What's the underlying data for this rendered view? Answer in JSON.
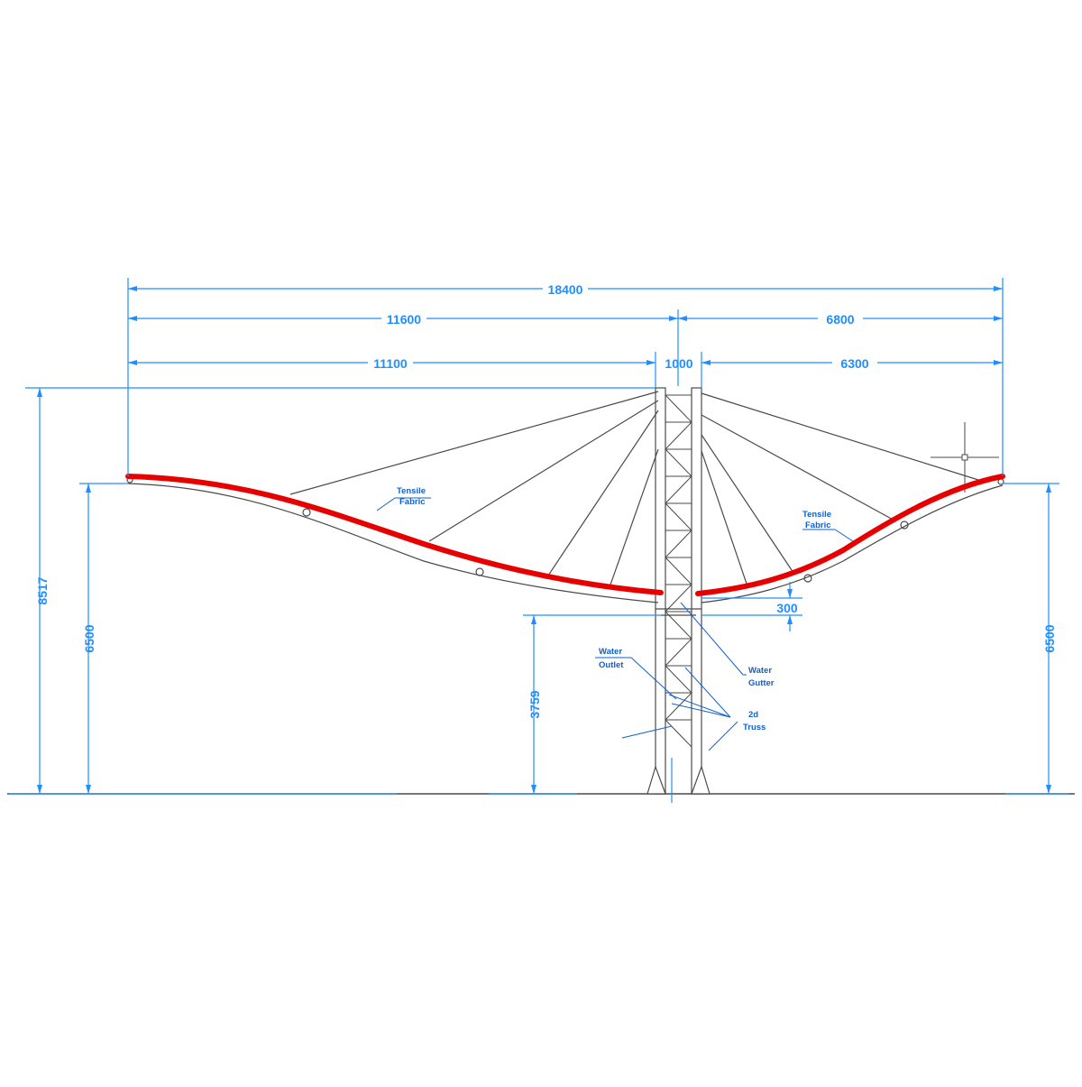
{
  "colors": {
    "dimension": "#1f8fff",
    "structure": "#4a4a4a",
    "fabric": "#e60000",
    "annotation": "#1060d0",
    "background": "#ffffff"
  },
  "dimensions": {
    "overall_width": "18400",
    "left_total": "11600",
    "right_total": "6800",
    "left_span": "11100",
    "mast_width": "1000",
    "right_span": "6300",
    "total_height": "8517",
    "left_edge_height": "6500",
    "right_edge_height": "6500",
    "gutter_height": "3759",
    "sag": "300"
  },
  "annotations": {
    "left_fabric": [
      "Tensile",
      "Fabric"
    ],
    "right_fabric": [
      "Tensile",
      "Fabric"
    ],
    "water_outlet": [
      "Water",
      "Outlet"
    ],
    "water_gutter": [
      "Water",
      "Gutter"
    ],
    "truss": [
      "2d",
      "Truss"
    ]
  }
}
